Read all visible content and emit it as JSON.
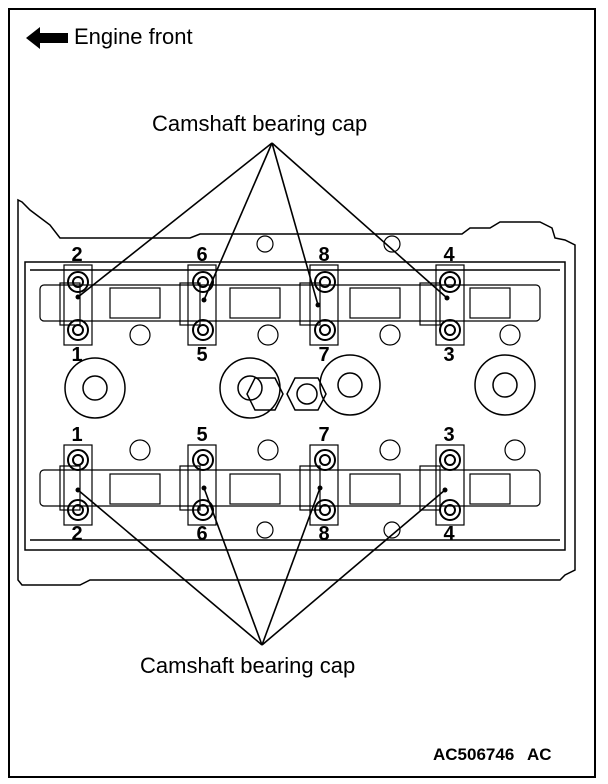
{
  "direction_label": "Engine front",
  "callout_label_top": "Camshaft bearing cap",
  "callout_label_bottom": "Camshaft bearing cap",
  "figure_id": "AC506746",
  "figure_id_suffix": "AC",
  "bolt_numbers_top_row": [
    "2",
    "6",
    "8",
    "4"
  ],
  "bolt_numbers_upper_middle_row": [
    "1",
    "5",
    "7",
    "3"
  ],
  "bolt_numbers_lower_middle_row": [
    "1",
    "5",
    "7",
    "3"
  ],
  "bolt_numbers_bottom_row": [
    "2",
    "6",
    "8",
    "4"
  ]
}
